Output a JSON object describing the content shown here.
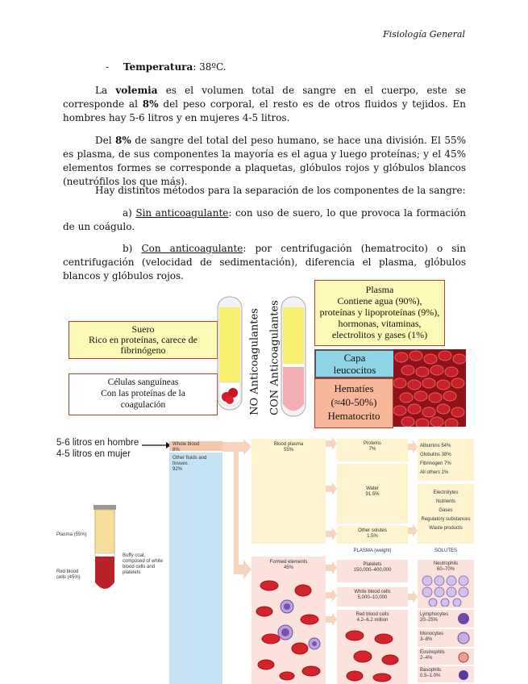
{
  "header": {
    "title": "Fisiología General"
  },
  "body": {
    "bullet": "-",
    "temp_label": "Temperatura",
    "temp_value": ": 38ºC.",
    "p1a": "La ",
    "p1b": "volemia",
    "p1c": " es el volumen total de sangre en el cuerpo, este se corresponde al ",
    "p1d": "8%",
    "p1e": " del peso corporal, el resto es de otros fluidos y tejidos. En hombres hay 5-6 litros y en mujeres 4-5 litros.",
    "p2a": "Del ",
    "p2b": "8%",
    "p2c": " de sangre del total del peso humano, se hace una división. El 55% es plasma, de sus componentes la mayoría es el agua y luego proteínas; y el 45% elementos formes se corresponde a plaquetas, glóbulos rojos y glóbulos blancos (neutrófilos los que más).",
    "p3": "Hay distintos métodos para la separación de los componentes de la sangre:",
    "a_prefix": "a) ",
    "a_u": "Sin anticoagulante",
    "a_rest": ": con uso de suero, lo que provoca la formación de un coágulo.",
    "b_prefix": "b) ",
    "b_u": "Con anticoagulante",
    "b_rest": ": por centrifugación (hematrocito) o sin centrifugación (velocidad de sedimentación), diferencia el plasma, glóbulos blancos y glóbulos rojos."
  },
  "fig1": {
    "suero": "Suero",
    "suero2": "Rico en proteínas, carece de fibrinógeno",
    "cel1": "Células sanguíneas",
    "cel2": "Con las proteínas de la",
    "cel3": "coagulación",
    "no_anti": "NO Anticoagulantes",
    "con_anti": "CON Anticoagulantes",
    "plasma_t": "Plasma",
    "plasma1": "Contiene agua (90%),",
    "plasma2": "proteínas y lipoproteínas (9%),",
    "plasma3": "hormonas, vitaminas,",
    "plasma4": "electrolitos y gases (1%)",
    "capa1": "Capa",
    "capa2": "leucocitos",
    "hem1": "Hematíes",
    "hem2": "(≈40-50%)",
    "hem3": "Hematocrito",
    "colors": {
      "yellow": "#fdfab8",
      "red_border": "#c0392b",
      "salmon": "#f7b79a",
      "blue": "#8fd3e6"
    }
  },
  "fig2": {
    "hombre": "5-6 litros en hombre",
    "mujer": "4-5 litros en mujer",
    "whole_blood": "Whole blood",
    "whole_blood_pct": "8%",
    "other_fluids": "Other fluids and tissues",
    "other_pct": "92%",
    "blood_plasma": "Blood plasma",
    "blood_plasma_pct": "55%",
    "proteins": "Proteins",
    "proteins_pct": "7%",
    "water": "Water",
    "water_pct": "91.5%",
    "other_solutes": "Other solutes",
    "other_solutes_pct": "1.5%",
    "albumins": "Albumins 54%",
    "globulins": "Globulins 38%",
    "fibrinogen": "Fibrinogen 7%",
    "all_others": "All others 1%",
    "electrolytes": "Electrolytes",
    "nutrients": "Nutrients",
    "gases": "Gases",
    "regulatory": "Regulatory substances",
    "waste": "Waste products",
    "plasma_weight": "PLASMA (weight)",
    "solutes": "SOLUTES",
    "plasma_tube": "Plasma (55%)",
    "buffy": "Buffy coat, composed of white blood cells and platelets",
    "rbc_tube": "Red blood cells (45%)",
    "formed": "Formed elements",
    "formed_pct": "45%",
    "platelets": "Platelets",
    "platelets_n": "150,000–400,000",
    "wbc": "White blood cells",
    "wbc_n": "5,000–10,000",
    "rbc": "Red blood cells",
    "rbc_n": "4.2–6.2 million",
    "neutrophils": "Neutrophils",
    "neutrophils_pct": "60–70%",
    "lymphocytes": "Lymphocytes",
    "lymphocytes_pct": "20–25%",
    "monocytes": "Monocytes",
    "monocytes_pct": "3–8%",
    "eosinophils": "Eosinophils",
    "eosinophils_pct": "2–4%",
    "basophils": "Basophils",
    "basophils_pct": "0.5–1.0%"
  }
}
